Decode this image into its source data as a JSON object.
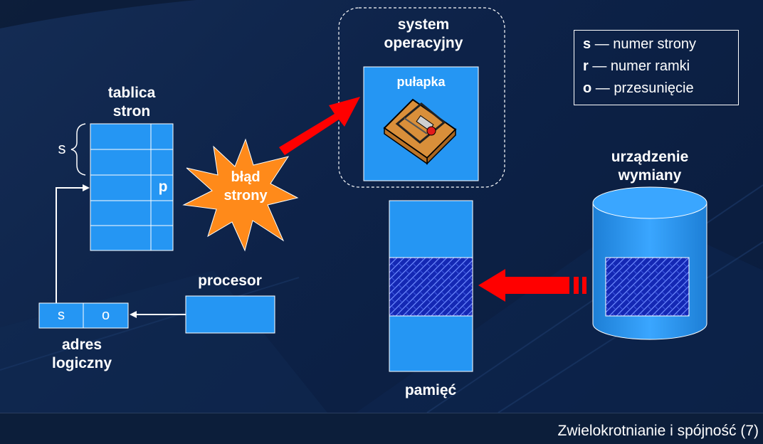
{
  "legend": {
    "items": [
      {
        "key": "s",
        "text": "— numer strony"
      },
      {
        "key": "r",
        "text": "— numer ramki"
      },
      {
        "key": "o",
        "text": "— przesunięcie"
      }
    ]
  },
  "labels": {
    "os_title": "system\noperacyjny",
    "trap": "pułapka",
    "page_table": "tablica\nstron",
    "s_brace": "s",
    "p_marker": "p",
    "page_fault": "błąd\nstrony",
    "swap_device": "urządzenie\nwymiany",
    "processor": "procesor",
    "logical_address": "adres\nlogiczny",
    "addr_s": "s",
    "addr_o": "o",
    "memory": "pamięć"
  },
  "footer": {
    "text": "Zwielokrotnianie i spójność (7)"
  },
  "colors": {
    "box": "#2596f3",
    "highlight": "#1428b4",
    "arrow": "#ff0000",
    "burst": "#ff8a1a"
  }
}
